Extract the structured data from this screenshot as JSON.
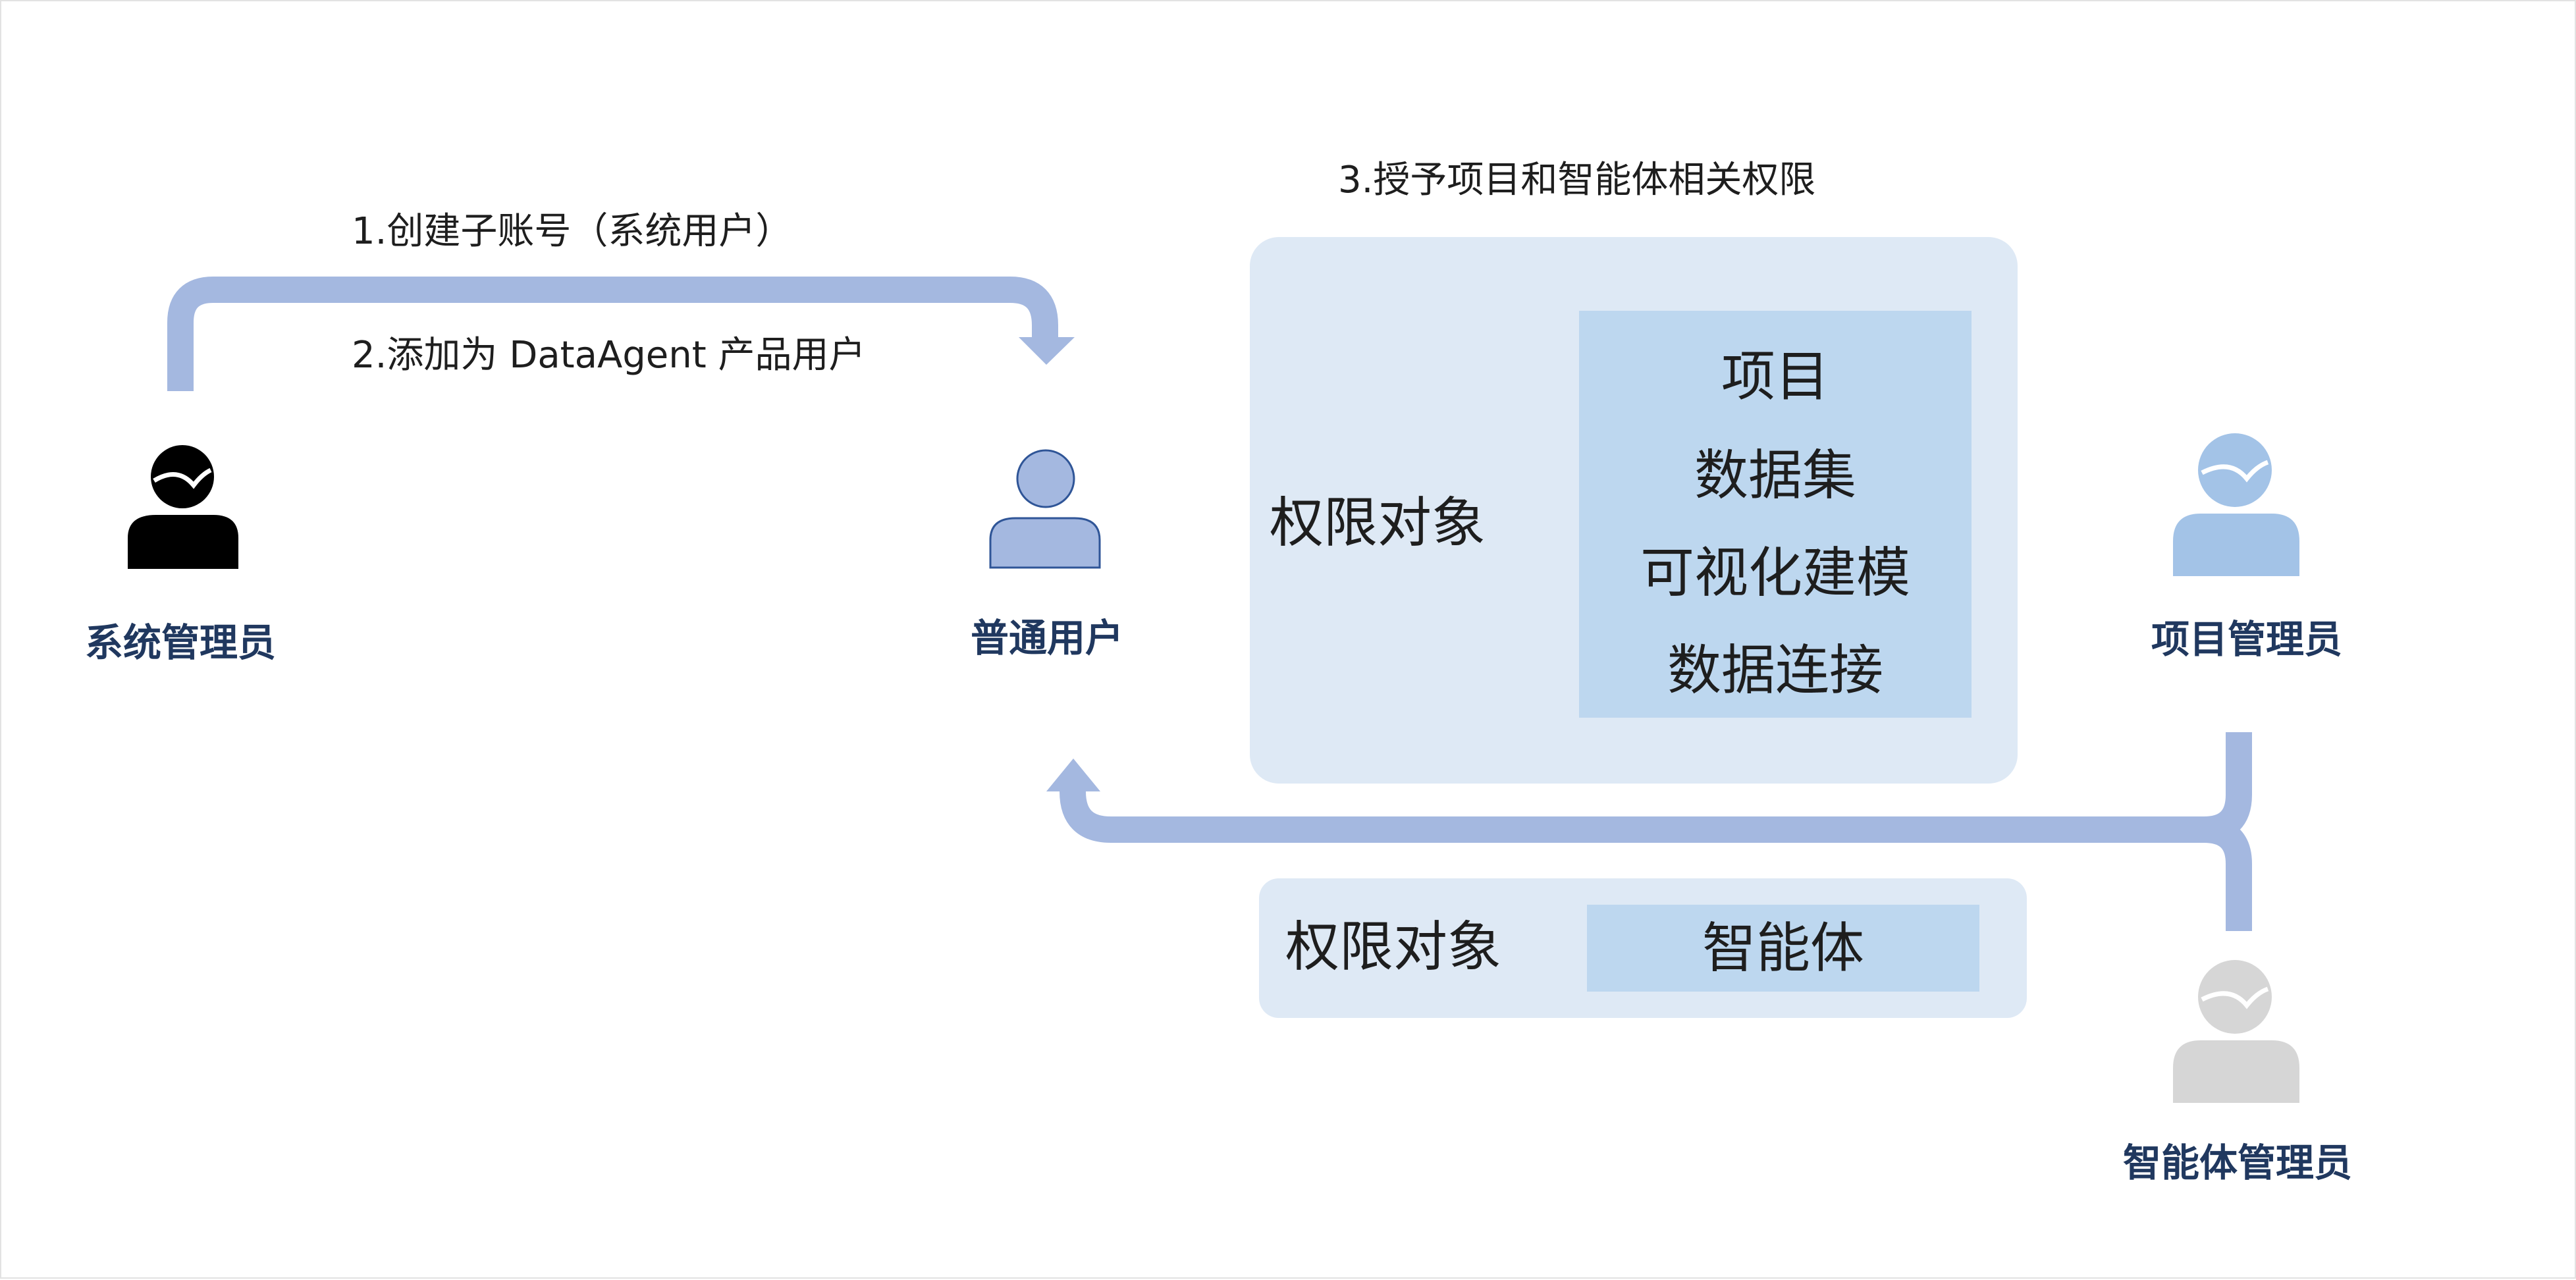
{
  "steps": {
    "create_subaccount": "1.创建子账号（系统用户）",
    "add_product_user": "2.添加为 DataAgent 产品用户",
    "grant_permissions": "3.授予项目和智能体相关权限"
  },
  "roles": {
    "system_admin": "系统管理员",
    "normal_user": "普通用户",
    "project_admin": "项目管理员",
    "agent_admin": "智能体管理员"
  },
  "project_panel": {
    "label": "权限对象",
    "items": [
      "项目",
      "数据集",
      "可视化建模",
      "数据连接"
    ]
  },
  "agent_panel": {
    "label": "权限对象",
    "item": "智能体"
  },
  "colors": {
    "arrow": "#a4b8e0",
    "panel_bg": "#dee9f5",
    "panel_inner": "#bdd7ef",
    "role_text": "#20385f",
    "system_admin_icon": "#000000",
    "normal_user_icon": "#a4b8e0",
    "project_admin_icon": "#a3c3e7",
    "agent_admin_icon": "#d6d6d6"
  }
}
